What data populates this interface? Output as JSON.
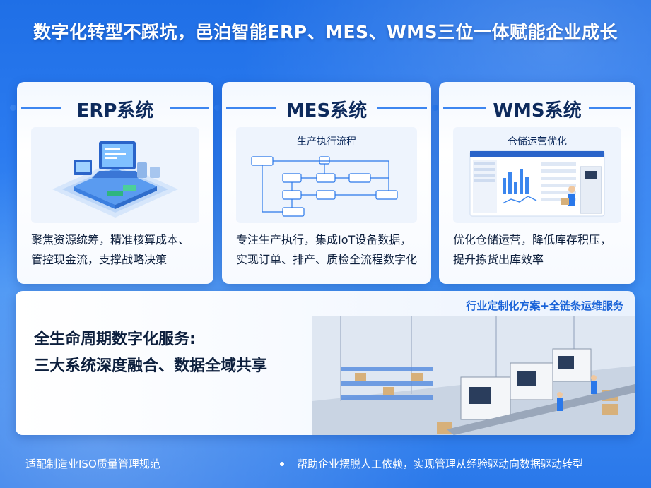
{
  "header": {
    "title": "数字化转型不踩坑，邑泊智能ERP、MES、WMS三位一体赋能企业成长"
  },
  "cards": [
    {
      "title": "ERP系统",
      "image_title": "",
      "desc_line1": "聚焦资源统筹，精准核算成本、",
      "desc_line2": "管控现金流，支撑战略决策"
    },
    {
      "title": "MES系统",
      "image_title": "生产执行流程",
      "desc_line1": "专注生产执行，集成IoT设备数据，",
      "desc_line2": "实现订单、排产、质检全流程数字化"
    },
    {
      "title": "WMS系统",
      "image_title": "仓储运营优化",
      "desc_line1": "优化仓储运营，降低库存积压，",
      "desc_line2": "提升拣货出库效率"
    }
  ],
  "bottom": {
    "badge": "行业定制化方案+全链条运维服务",
    "line1": "全生命周期数字化服务:",
    "line2": "三大系统深度融合、数据全域共享"
  },
  "footer": {
    "left": "适配制造业ISO质量管理规范",
    "right": "帮助企业摆脱人工依赖，实现管理从经验驱动向数据驱动转型"
  },
  "colors": {
    "accent": "#2a78ea",
    "title_text": "#0d2a5c",
    "background": "#2b7bf0"
  }
}
